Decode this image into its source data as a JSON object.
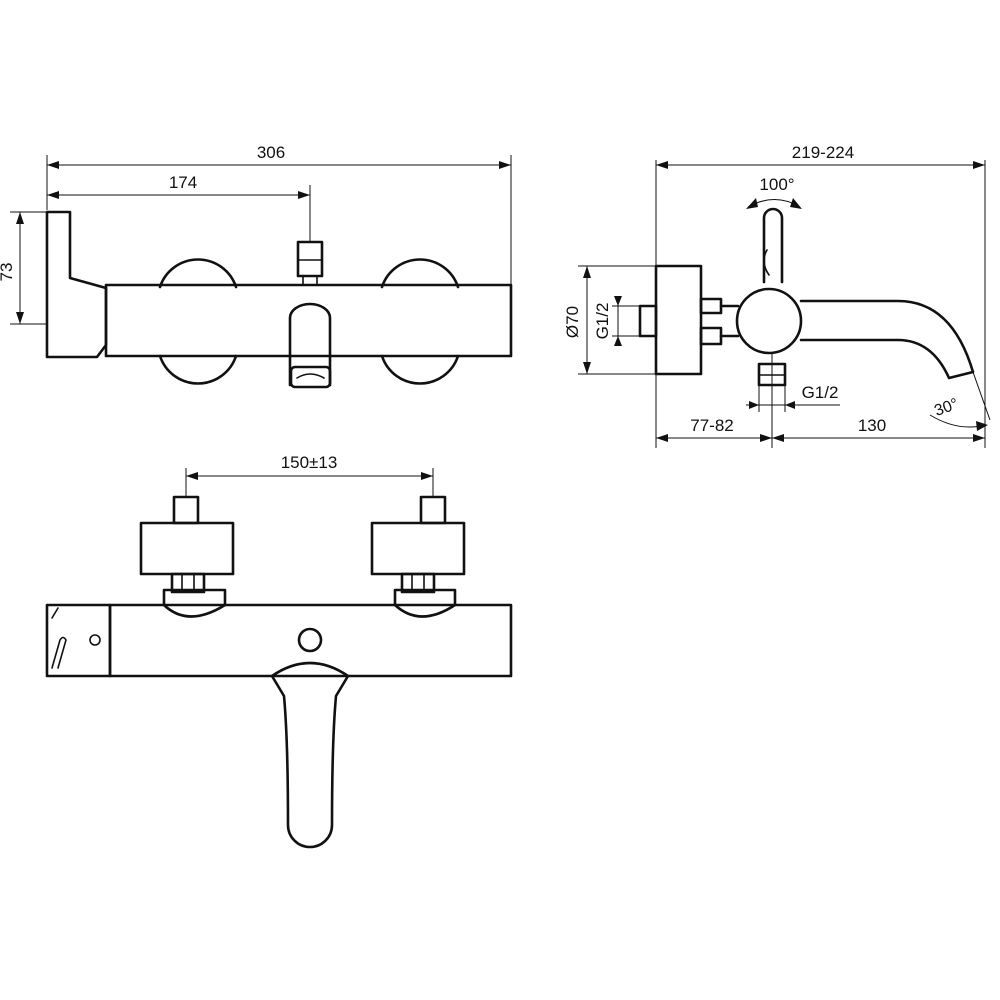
{
  "views": {
    "front": {
      "dim_overall_width": "306",
      "dim_lever_to_spout": "174",
      "dim_height": "73"
    },
    "side": {
      "dim_projection_total": "219-224",
      "dim_lever_rotation": "100°",
      "dim_diameter": "Ø70",
      "dim_thread_inlet": "G1/2",
      "dim_thread_outlet": "G1/2",
      "dim_wall_to_body": "77-82",
      "dim_spout_reach": "130",
      "dim_spout_angle": "30°"
    },
    "top": {
      "dim_inlet_spacing": "150±13"
    }
  },
  "colors": {
    "line": "#111111",
    "background": "#ffffff"
  }
}
